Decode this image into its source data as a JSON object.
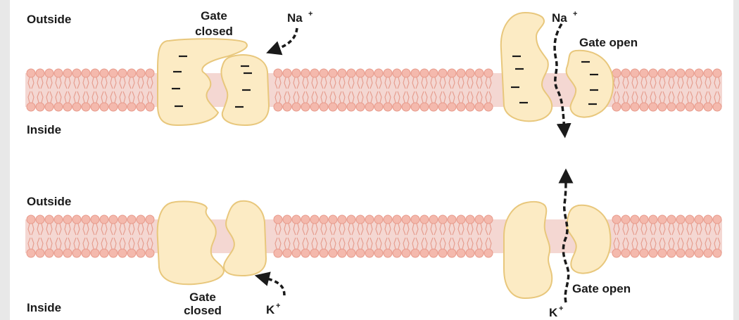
{
  "colors": {
    "membrane": "#f4d7d2",
    "lipid_head": "#f4b9ad",
    "lipid_head_stroke": "#e79a8b",
    "lipid_tail": "#e59b8c",
    "channel_fill": "#fcebc4",
    "channel_stroke": "#e8c77c",
    "ink": "#1a1a1a"
  },
  "labels": {
    "outside": "Outside",
    "inside": "Inside",
    "gate_closed_line1": "Gate",
    "gate_closed_line2": "closed",
    "gate_open": "Gate open",
    "na_ion": "Na",
    "k_ion": "K",
    "charge": "+"
  },
  "icons": {
    "na_arrow": "dashed-curved-arrow",
    "k_arrow": "dashed-curved-arrow",
    "negative_charge": "minus-sign"
  }
}
